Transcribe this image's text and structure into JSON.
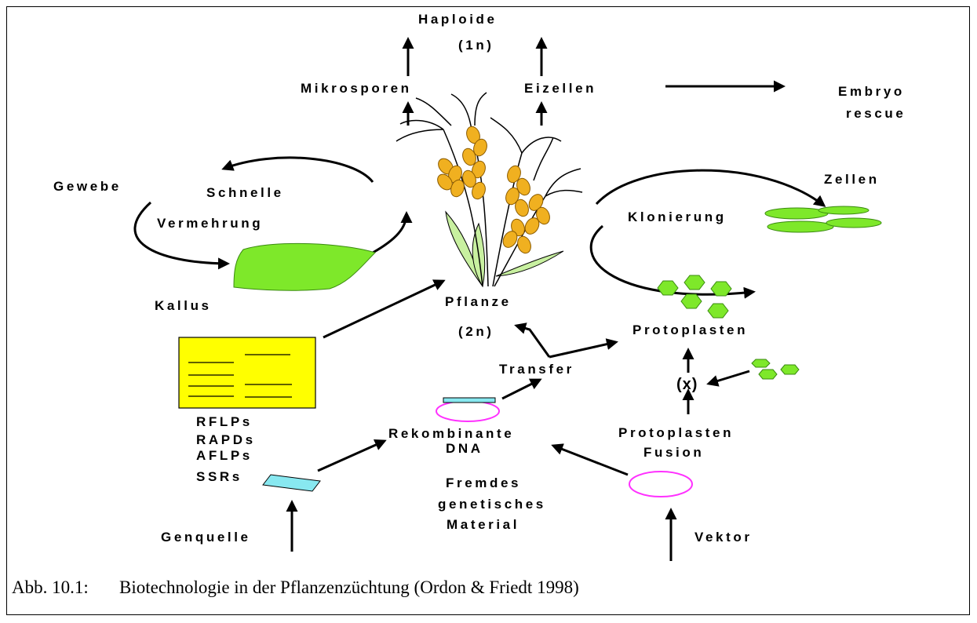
{
  "labels": {
    "haploide": "Haploide",
    "haploide_1n": "(1n)",
    "mikrosporen": "Mikrosporen",
    "eizellen": "Eizellen",
    "embryo": "Embryo",
    "rescue": "rescue",
    "gewebe": "Gewebe",
    "schnelle": "Schnelle",
    "vermehrung": "Vermehrung",
    "kallus": "Kallus",
    "zellen": "Zellen",
    "klonierung": "Klonierung",
    "pflanze": "Pflanze",
    "pflanze_2n": "(2n)",
    "protoplasten": "Protoplasten",
    "transfer": "Transfer",
    "rflps": "RFLPs",
    "rapds": "RAPDs",
    "aflps": "AFLPs",
    "ssrs": "SSRs",
    "rekombinante": "Rekombinante",
    "dna": "DNA",
    "protoplasten_fusion_1": "Protoplasten",
    "protoplasten_fusion_2": "Fusion",
    "fremdes": "Fremdes",
    "genetisches": "genetisches",
    "material": "Material",
    "genquelle": "Genquelle",
    "vektor": "Vektor",
    "fusion_symbol": "(x)"
  },
  "caption": {
    "number": "Abb. 10.1:",
    "text": "Biotechnologie in der Pflanzenzüchtung (Ordon & Friedt 1998)"
  },
  "colors": {
    "callus_green": "#7ee82a",
    "grain_gold": "#f0b020",
    "leaf_green": "#c8f0a0",
    "gel_yellow": "#ffff00",
    "dna_cyan": "#88e8f0",
    "plasmid_magenta": "#ff30ff"
  }
}
